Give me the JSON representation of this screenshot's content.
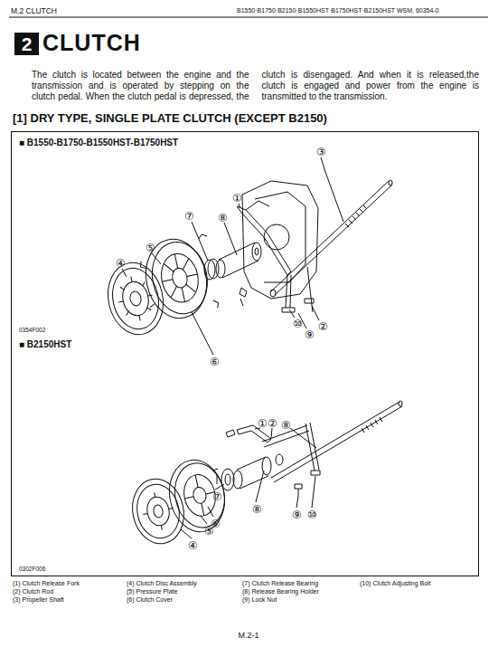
{
  "diagram": {
    "title": "CLUTCH",
    "nodes": [
      {
        "text": [
          "2"
        ]
      },
      {
        "text": [
          "■ B1550-B1750-B1550HST-B1750HST",
          "0354F002",
          "■ B2150HST",
          "0302F006"
        ]
      },
      {
        "text": [
          "③"
        ],
        "in": 1
      },
      {
        "text": [
          "①"
        ],
        "in": 1
      },
      {
        "text": [
          "⑧"
        ],
        "in": 1
      },
      {
        "text": [
          "⑦"
        ],
        "in": 1
      },
      {
        "text": [
          "⑤"
        ],
        "in": 1
      },
      {
        "text": [
          "④"
        ],
        "in": 1
      },
      {
        "text": [
          "⑩"
        ],
        "in": 1
      },
      {
        "text": [
          "②"
        ],
        "in": 1
      },
      {
        "text": [
          "⑨"
        ],
        "in": 1
      },
      {
        "text": [
          "⑥"
        ],
        "in": 1
      },
      {
        "text": [
          "①"
        ],
        "in": 1
      },
      {
        "text": [
          "②"
        ],
        "in": 1
      },
      {
        "text": [
          "⑧"
        ],
        "in": 1
      },
      {
        "text": [
          "⑦"
        ],
        "in": 1
      },
      {
        "text": [
          "⑧"
        ],
        "in": 1
      },
      {
        "text": [
          "⑨"
        ],
        "in": 1
      },
      {
        "text": [
          "⑩"
        ],
        "in": 1
      },
      {
        "text": [
          "⑥"
        ],
        "in": 1
      },
      {
        "text": [
          "⑤"
        ],
        "in": 1
      },
      {
        "text": [
          "④"
        ],
        "in": 1
      }
    ],
    "labels": [
      "M.2 CLUTCH",
      "B1550·B1750·B2150·B1550HST·B1750HST·B2150HST  WSM, 60354-0",
      "The clutch is located between the engine and the transmission and is operated by stepping on the clutch pedal. When the clutch pedal is depressed, the clutch is disengaged.  And when it is released,the clutch is engaged and power from the engine is transmitted to the transmission.",
      "[1] DRY TYPE, SINGLE PLATE CLUTCH (EXCEPT B2150)",
      "(1)  Clutch Release Fork",
      "(2)  Clutch Rod",
      "(3)  Propeller Shaft",
      "(4)  Clutch Disc Assembly",
      "(5)  Pressure Plate",
      "(6)  Clutch Cover",
      "(7)  Clutch Release Bearing",
      "(8)  Release Bearing Holder",
      "(9)  Lock Nut",
      "(10)  Clutch Adjusting Bolt",
      "M.2-1"
    ]
  }
}
